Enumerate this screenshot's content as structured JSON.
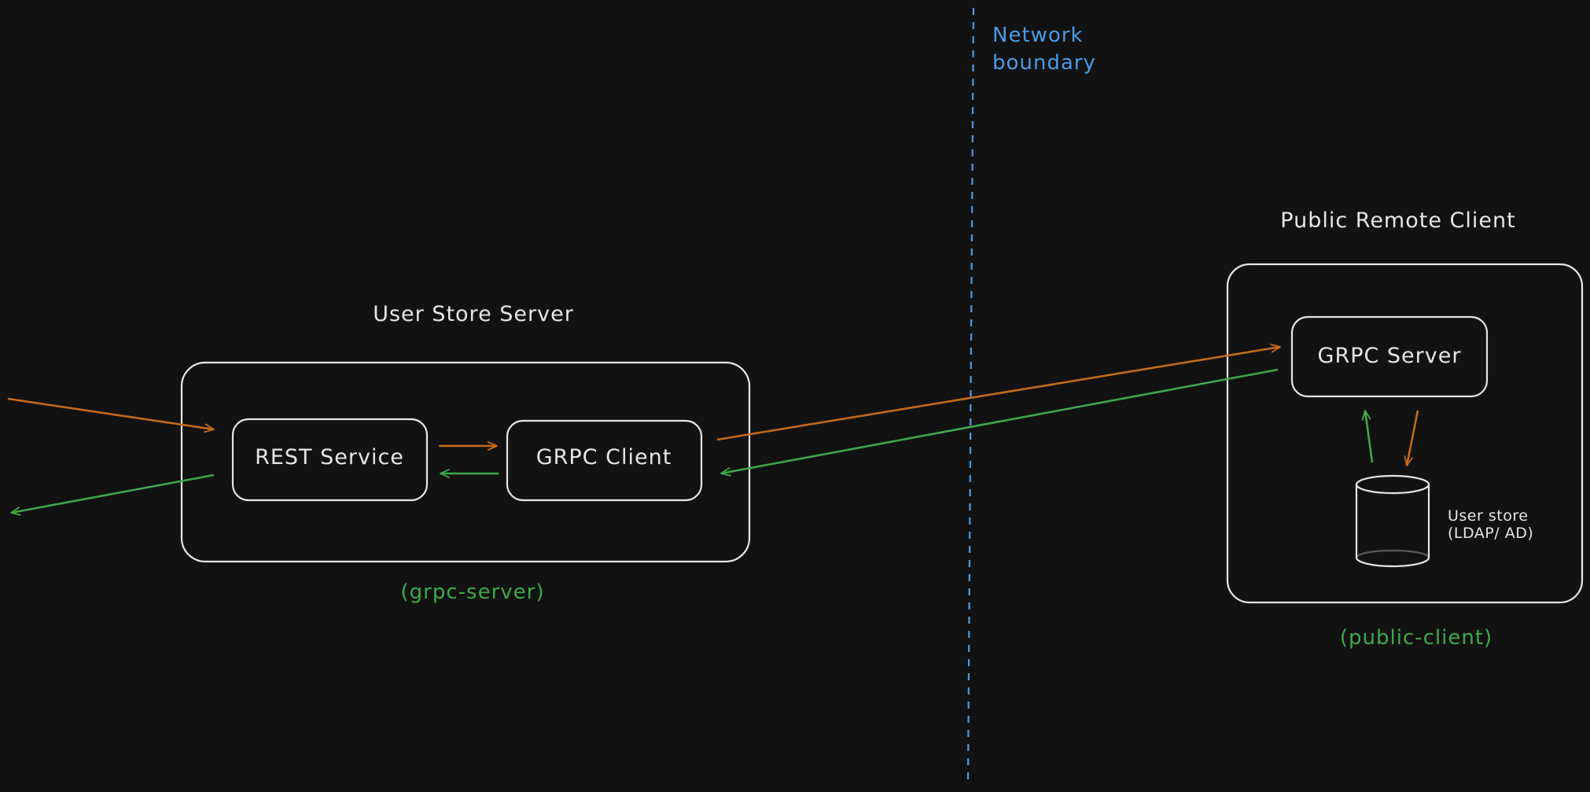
{
  "diagram": {
    "background": "#121212",
    "colors": {
      "stroke": "#e6e6e6",
      "request_arrow": "#c66a1a",
      "response_arrow": "#3fa84a",
      "boundary_line": "#4a9be6"
    },
    "network_boundary": {
      "line1": "Network",
      "line2": "boundary"
    },
    "user_store_server": {
      "title": "User Store Server",
      "caption": "(grpc-server)",
      "rest_service_label": "REST Service",
      "grpc_client_label": "GRPC Client"
    },
    "public_remote_client": {
      "title": "Public Remote Client",
      "caption": "(public-client)",
      "grpc_server_label": "GRPC Server",
      "user_store_line1": "User store",
      "user_store_line2": "(LDAP/ AD)"
    }
  }
}
